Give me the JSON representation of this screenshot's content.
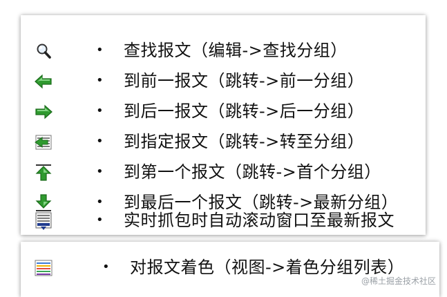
{
  "top_panel": {
    "items": [
      {
        "icon": "magnifier-icon",
        "text": "查找报文（编辑->查找分组）"
      },
      {
        "icon": "left-arrow-icon",
        "text": "到前一报文（跳转->前一分组）"
      },
      {
        "icon": "right-arrow-icon",
        "text": "到后一报文（跳转->后一分组）"
      },
      {
        "icon": "goto-packet-icon",
        "text": "到指定报文（跳转->转至分组）"
      },
      {
        "icon": "first-packet-icon",
        "text": "到第一个报文（跳转->首个分组）"
      },
      {
        "icon": "last-packet-icon",
        "text": "到最后一个报文（跳转->最新分组）"
      },
      {
        "icon": "autoscroll-icon",
        "text": "实时抓包时自动滚动窗口至最新报文"
      }
    ]
  },
  "bottom_panel": {
    "items": [
      {
        "icon": "colorize-icon",
        "text": "对报文着色（视图->着色分组列表）"
      }
    ]
  },
  "bullet_char": "•",
  "watermark": "@稀土掘金技术社区"
}
